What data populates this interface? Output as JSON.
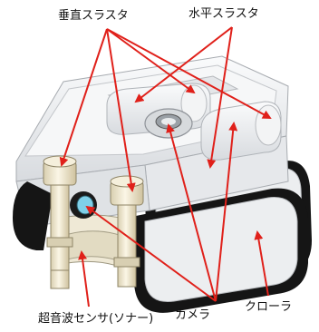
{
  "labels": {
    "vertical_thruster": "垂直スラスタ",
    "horizontal_thruster": "水平スラスタ",
    "camera": "カメラ",
    "crawler": "クローラ",
    "sonar": "超音波センサ(ソナー)"
  },
  "colors": {
    "annotation": "#e0201a",
    "body": "#eef0f2",
    "body_shade": "#d6d9dd",
    "thruster": "#f1ead6",
    "track": "#1a1a1a",
    "lens": "#7fd0e8"
  }
}
